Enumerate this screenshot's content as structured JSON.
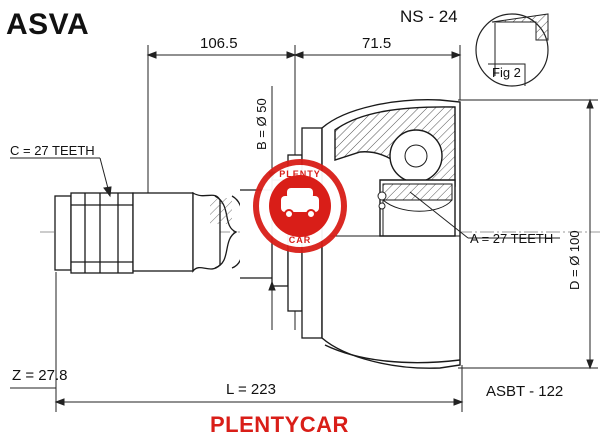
{
  "header": {
    "brand": "ASVA",
    "part_code": "NS - 24"
  },
  "dimensions": {
    "length_1": "106.5",
    "length_2": "71.5",
    "outer_spline": "C = 27 TEETH",
    "inner_spline": "A = 27 TEETH",
    "diameter_b": "B = Ø 50",
    "diameter_d": "D = Ø 100",
    "z": "Z = 27.8",
    "total_length": "L = 223",
    "abs_code": "ASBT - 122"
  },
  "figure_label": "Fig 2",
  "watermark": {
    "top_text": "PLENTY",
    "bottom_text": "CAR",
    "color": "#d91e18"
  },
  "footer": {
    "brand": "PLENTYCAR"
  },
  "colors": {
    "line": "#1a1a1a",
    "hatch": "#555555",
    "stamp": "#d91e18"
  }
}
